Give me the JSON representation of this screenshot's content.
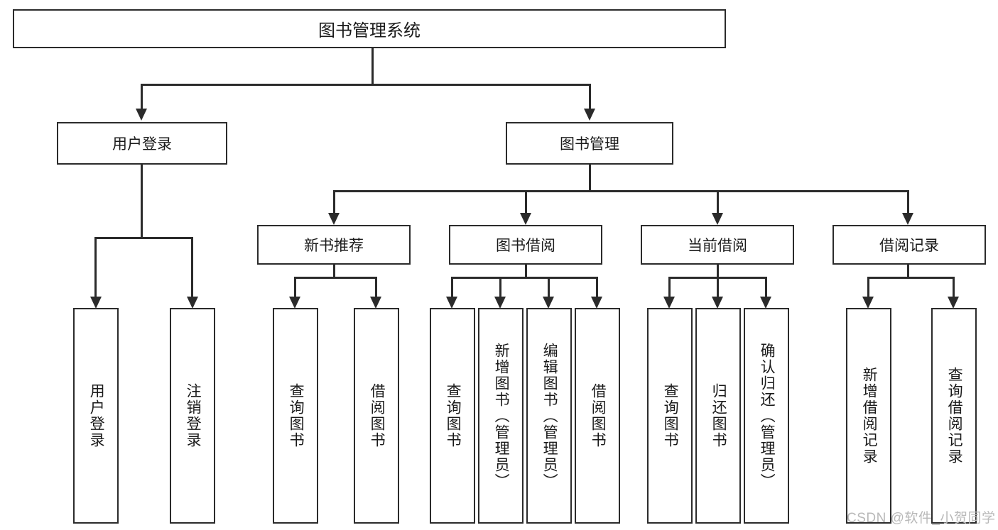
{
  "diagram": {
    "title": "图书管理系统",
    "watermark": "CSDN @软件_小贺同学",
    "root": {
      "label": "图书管理系统"
    },
    "level2": [
      {
        "label": "用户登录"
      },
      {
        "label": "图书管理"
      }
    ],
    "level3": [
      {
        "label": "新书推荐"
      },
      {
        "label": "图书借阅"
      },
      {
        "label": "当前借阅"
      },
      {
        "label": "借阅记录"
      }
    ],
    "leaves": {
      "user_login": [
        {
          "label": "用户登录"
        },
        {
          "label": "注销登录"
        }
      ],
      "new_book_recommend": [
        {
          "label": "查询图书"
        },
        {
          "label": "借阅图书"
        }
      ],
      "book_borrow": [
        {
          "label": "查询图书"
        },
        {
          "label": "新增图书（管理员）"
        },
        {
          "label": "编辑图书（管理员）"
        },
        {
          "label": "借阅图书"
        }
      ],
      "current_borrow": [
        {
          "label": "查询图书"
        },
        {
          "label": "归还图书"
        },
        {
          "label": "确认归还（管理员）"
        }
      ],
      "borrow_record": [
        {
          "label": "新增借阅记录"
        },
        {
          "label": "查询借阅记录"
        }
      ]
    },
    "colors": {
      "border": "#2b2b2b",
      "background": "#ffffff",
      "text": "#1a1a1a",
      "watermark": "#b9b9b9"
    }
  }
}
